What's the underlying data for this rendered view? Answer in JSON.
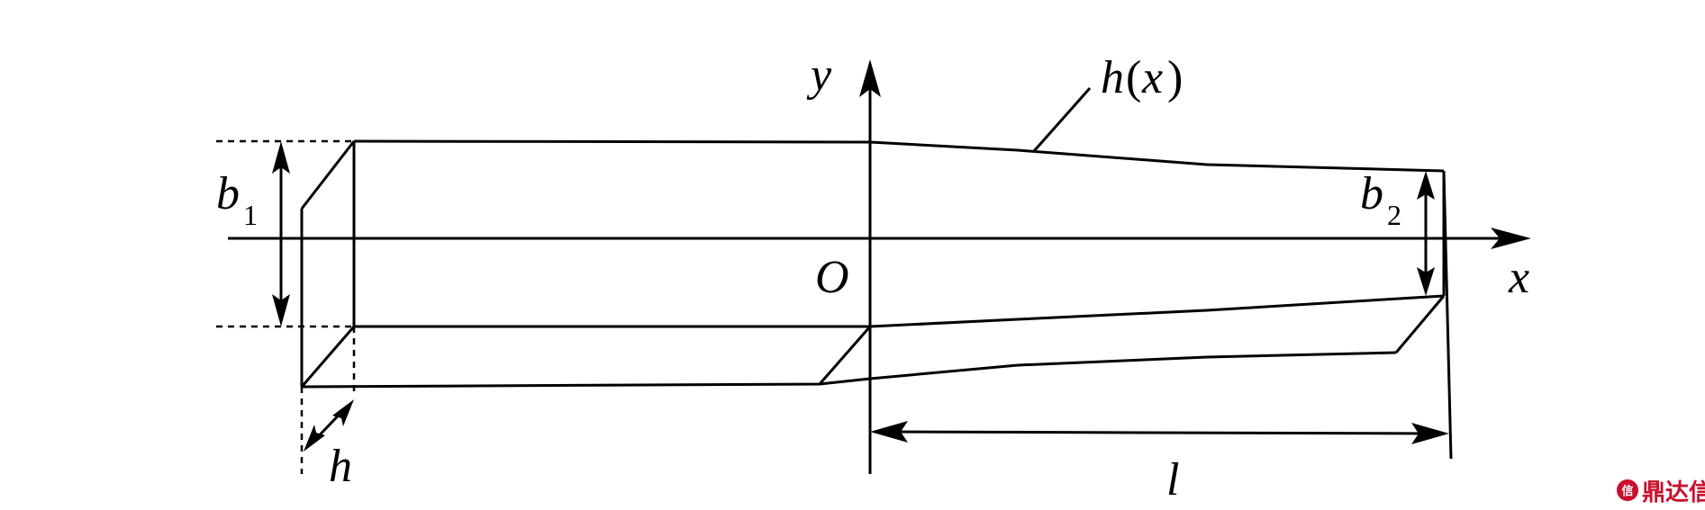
{
  "labels": {
    "y_axis": "y",
    "x_axis": "x",
    "origin": "O",
    "thickness_fn_h": "h",
    "thickness_fn_x": "x",
    "b1_base": "b",
    "b1_sub": "1",
    "b2_base": "b",
    "b2_sub": "2",
    "thickness": "h",
    "length": "l"
  },
  "watermark": {
    "text": "鼎达信",
    "color": "#c8102e"
  }
}
